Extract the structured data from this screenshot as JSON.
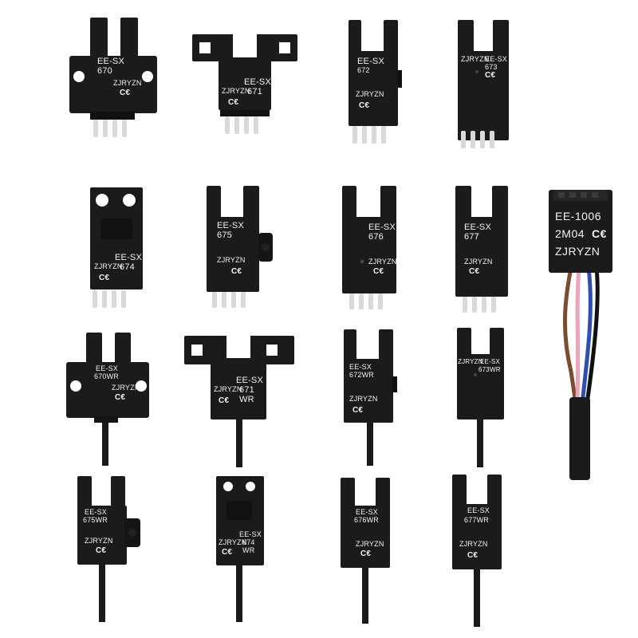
{
  "product": {
    "colors": {
      "housing": "#1b1b1b",
      "housing_dark": "#0f0f0f",
      "text": "#f2f2f2",
      "pin": "#d9d9d9",
      "wire_brown": "#7a4b2e",
      "wire_pink": "#e9a6b6",
      "wire_blue": "#2f4fb0",
      "wire_black": "#111111"
    },
    "brand": "ZJRYZN",
    "ce": "C€",
    "sensors": [
      {
        "series": "EE-SX",
        "code": "670"
      },
      {
        "series": "EE-SX",
        "code": "671"
      },
      {
        "series": "EE-SX",
        "code": "672"
      },
      {
        "series": "EE-SX",
        "code": "673"
      },
      {
        "series": "EE-SX",
        "code": "674"
      },
      {
        "series": "EE-SX",
        "code": "675"
      },
      {
        "series": "EE-SX",
        "code": "676"
      },
      {
        "series": "EE-SX",
        "code": "677"
      },
      {
        "series": "EE-SX",
        "code": "670WR"
      },
      {
        "series": "EE-SX",
        "code": "671",
        "code2": "WR"
      },
      {
        "series": "EE-SX",
        "code": "672WR"
      },
      {
        "series": "EE-SX",
        "code": "673WR"
      },
      {
        "series": "EE-SX",
        "code": "675WR"
      },
      {
        "series": "EE-SX",
        "code": "674",
        "code2": "WR"
      },
      {
        "series": "EE-SX",
        "code": "676WR"
      },
      {
        "series": "EE-SX",
        "code": "677WR"
      }
    ],
    "cable": {
      "model": "EE-1006",
      "code": "2M04",
      "ce": "C€",
      "brand": "ZJRYZN"
    }
  }
}
